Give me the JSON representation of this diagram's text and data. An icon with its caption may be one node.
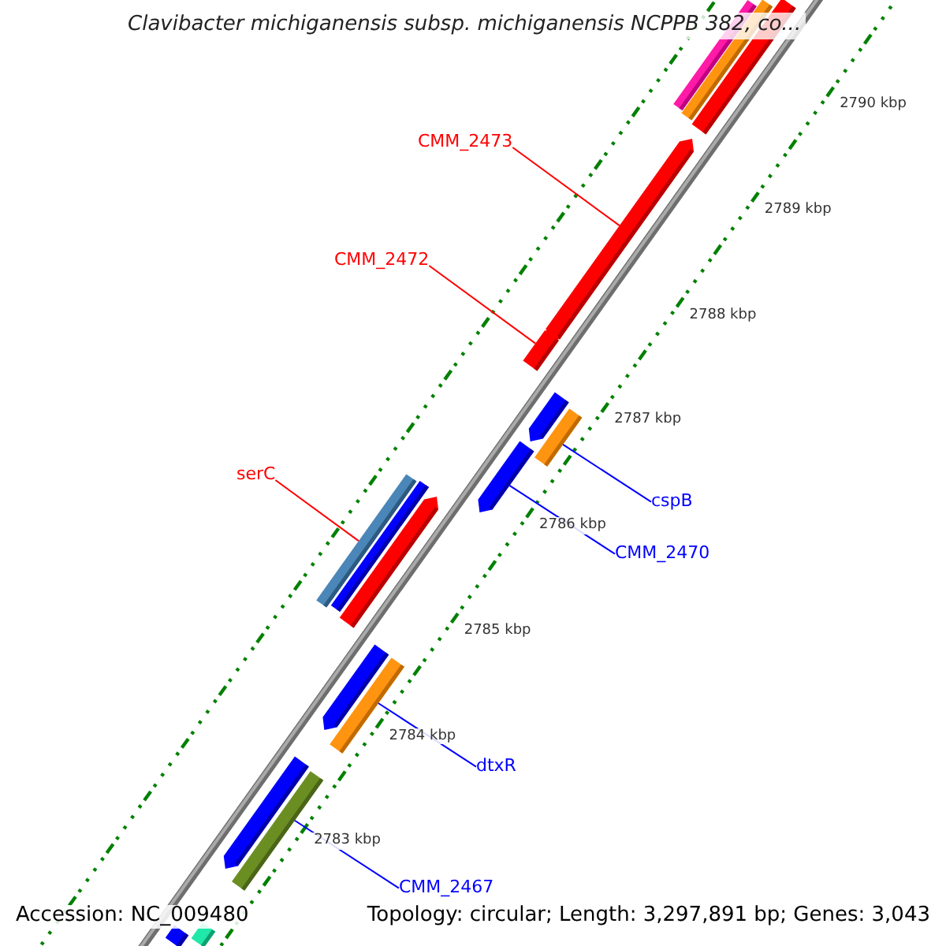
{
  "diagram": {
    "title": "Clavibacter michiganensis subsp. michiganensis NCPPB 382, co...",
    "nodes": [
      {
        "text": [
          "CMM_2473"
        ]
      },
      {
        "text": [
          "CMM_2472"
        ]
      },
      {
        "text": [
          "serC"
        ]
      },
      {
        "text": [
          "cspB"
        ]
      },
      {
        "text": [
          "CMM_2470"
        ]
      },
      {
        "text": [
          "dtxR"
        ]
      },
      {
        "text": [
          "CMM_2467"
        ]
      },
      {
        "text": [],
        "shape": "bar"
      },
      {
        "text": [],
        "shape": "bar"
      },
      {
        "text": [],
        "shape": "bar"
      },
      {
        "text": [],
        "shape": "bar"
      },
      {
        "text": [],
        "shape": "bar"
      },
      {
        "text": [],
        "shape": "bar"
      },
      {
        "text": [],
        "shape": "bar"
      },
      {
        "text": [],
        "shape": "bar"
      },
      {
        "text": [],
        "shape": "bar"
      },
      {
        "text": [],
        "shape": "bar"
      },
      {
        "text": [],
        "shape": "bar"
      },
      {
        "text": [],
        "shape": "bar"
      },
      {
        "text": [],
        "shape": "bar"
      },
      {
        "text": [],
        "shape": "bar"
      },
      {
        "text": [],
        "shape": "bar"
      },
      {
        "text": [],
        "shape": "bar"
      },
      {
        "text": [],
        "shape": "bar"
      }
    ],
    "edges": [
      {
        "from": 0,
        "to": 10,
        "arrow": "none",
        "color": "#ff0000"
      },
      {
        "from": 1,
        "to": 11,
        "arrow": "none",
        "color": "#ff0000"
      },
      {
        "from": 2,
        "to": 15,
        "arrow": "none",
        "color": "#ff0000"
      },
      {
        "from": 3,
        "to": 13,
        "arrow": "none"
      },
      {
        "from": 4,
        "to": 14,
        "arrow": "none"
      },
      {
        "from": 5,
        "to": 19,
        "arrow": "none"
      },
      {
        "from": 6,
        "to": 21,
        "arrow": "none"
      }
    ],
    "labels": [
      "2790 kbp",
      "2789 kbp",
      "2788 kbp",
      "2787 kbp",
      "2786 kbp",
      "2785 kbp",
      "2784 kbp",
      "2783 kbp",
      "Accession: NC_009480",
      "Topology: circular; Length: 3,297,891 bp; Genes: 3,043"
    ]
  }
}
